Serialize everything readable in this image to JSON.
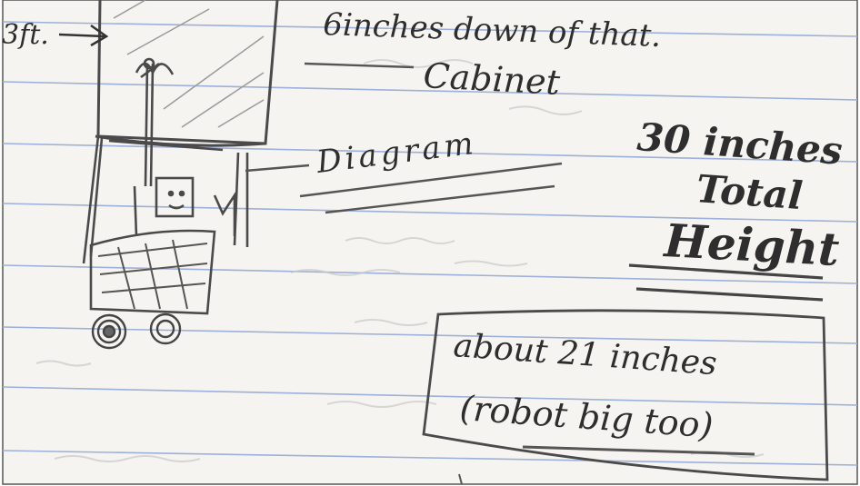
{
  "sketch": {
    "height_mark": "3ft.",
    "note_line": "6inches down of that.",
    "cabinet_label": "Cabinet",
    "diagram_label": "Diagram",
    "total_height": {
      "line1": "30 inches",
      "line2": "Total",
      "line3": "Height"
    },
    "robot_box": {
      "line1": "about 21 inches",
      "line2": "(robot big too)"
    }
  },
  "colors": {
    "paper": "#f6f4f0",
    "rule_line": "#9bb0da",
    "pencil": "#4a4a4a",
    "pencil_light": "#8e8e8e"
  }
}
